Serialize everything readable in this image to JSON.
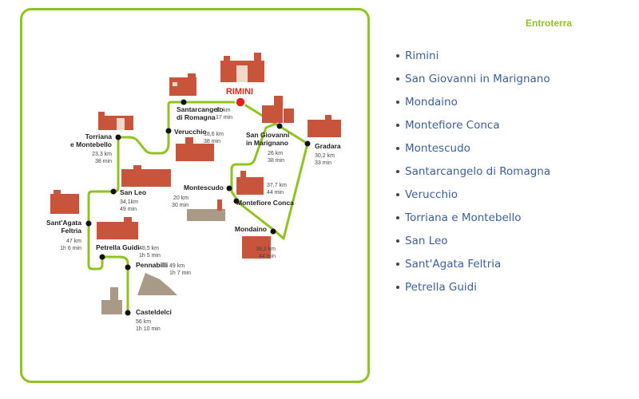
{
  "side": {
    "title": "Entroterra",
    "towns": [
      "Rimini",
      "San Giovanni in Marignano",
      "Mondaino",
      "Montefiore Conca",
      "Montescudo",
      "Santarcangelo di Romagna",
      "Verucchio",
      "Torriana e Montebello",
      "San Leo",
      "Sant'Agata Feltria",
      "Petrella Guidi"
    ]
  },
  "map": {
    "route_color": "#8fc31f",
    "hub_color": "#e2231a",
    "building_color": "#c8553b",
    "hub": {
      "label": "RIMINI"
    },
    "towns": [
      {
        "id": "santarcangelo",
        "lines": [
          "Santarcangelo",
          "di Romagna"
        ],
        "info": [
          "11 km",
          "17 min"
        ]
      },
      {
        "id": "verucchio",
        "lines": [
          "Verucchio"
        ],
        "info": [
          "18,6 km",
          "38 min"
        ]
      },
      {
        "id": "torriana",
        "lines": [
          "Torriana",
          "e Montebello"
        ],
        "info": [
          "23,3 km",
          "38 min"
        ]
      },
      {
        "id": "sanleo",
        "lines": [
          "San Leo"
        ],
        "info": [
          "34,1km",
          "49 min"
        ]
      },
      {
        "id": "santagata",
        "lines": [
          "Sant'Agata",
          "Feltria"
        ],
        "info": [
          "47 km",
          "1h 6 min"
        ]
      },
      {
        "id": "petrella",
        "lines": [
          "Petrella Guidi"
        ],
        "info": [
          "48,5 km",
          "1h 5 min"
        ]
      },
      {
        "id": "pennabilli",
        "lines": [
          "Pennabilli"
        ],
        "info": [
          "49 km",
          "1h 7 min"
        ]
      },
      {
        "id": "casteldelci",
        "lines": [
          "Casteldelci"
        ],
        "info": [
          "56 km",
          "1h 10 min"
        ]
      },
      {
        "id": "sangiovanni",
        "lines": [
          "San Giovanni",
          "in Marignano"
        ],
        "info": [
          "26 km",
          "38 min"
        ]
      },
      {
        "id": "gradara",
        "lines": [
          "Gradara"
        ],
        "info": [
          "30,2 km",
          "33 min"
        ]
      },
      {
        "id": "montescudo",
        "lines": [
          "Montescudo"
        ],
        "info": [
          "20 km",
          "30 min"
        ]
      },
      {
        "id": "montefiore",
        "lines": [
          "Montefiore Conca"
        ],
        "info": [
          "37,7 km",
          "44 min"
        ]
      },
      {
        "id": "mondaino",
        "lines": [
          "Mondaino"
        ],
        "info": [
          "38,2 km",
          "44 min"
        ]
      }
    ]
  }
}
